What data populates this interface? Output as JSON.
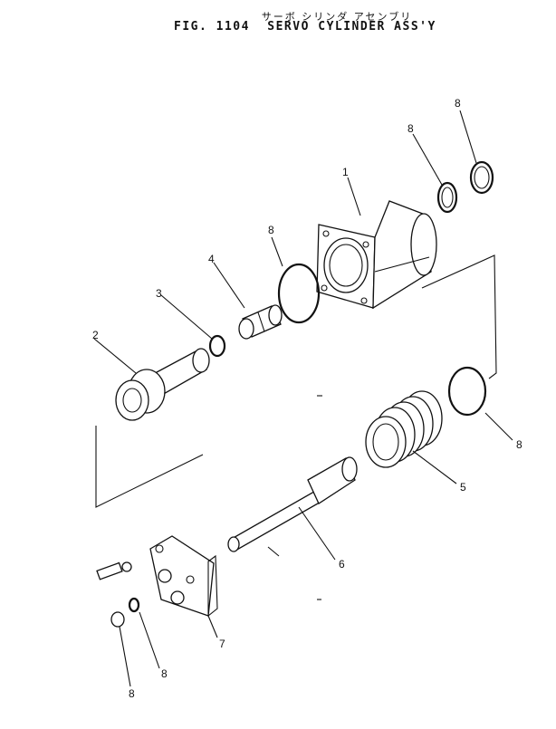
{
  "header": {
    "title_jp": "サーボ シリンダ アセンブリ",
    "fig_no": "FIG. 1104",
    "title": "SERVO CYLINDER ASS'Y"
  },
  "callouts": {
    "c1": "1",
    "c2": "2",
    "c3": "3",
    "c4": "4",
    "c5": "5",
    "c6": "6",
    "c7": "7",
    "c8a": "8",
    "c8b": "8",
    "c8c": "8",
    "c8d": "8",
    "c8e": "8",
    "c8f": "8"
  }
}
